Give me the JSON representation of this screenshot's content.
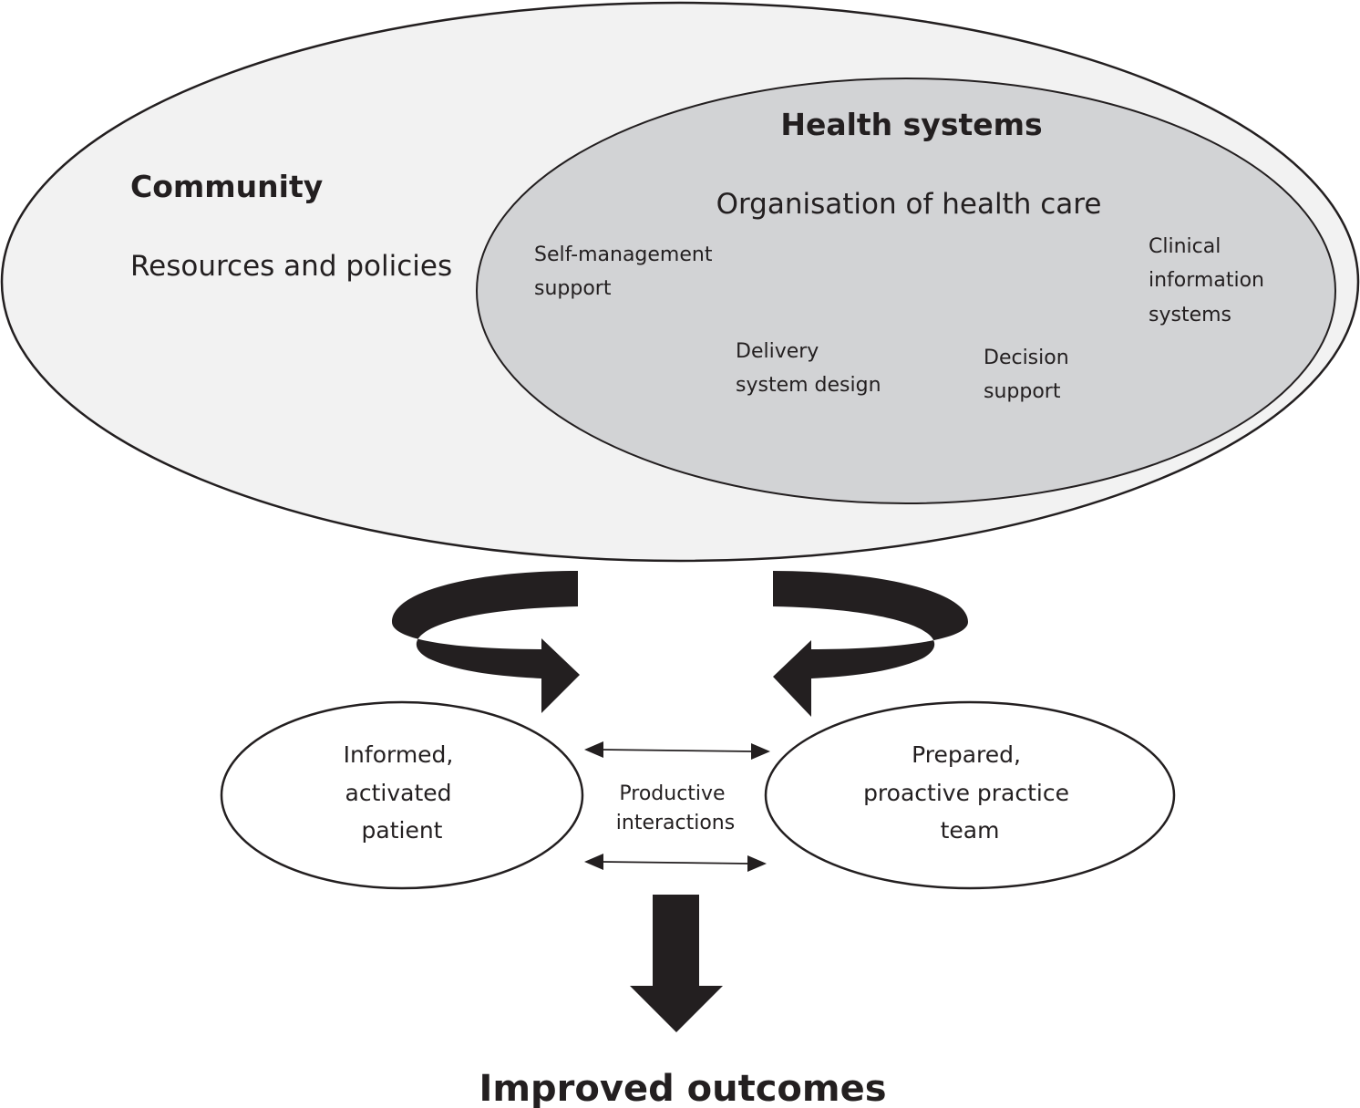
{
  "community": {
    "title": "Community",
    "subtitle": "Resources and policies"
  },
  "health_systems": {
    "title": "Health systems",
    "subtitle": "Organisation of health care",
    "components": [
      {
        "lines": [
          "Self-management",
          "support"
        ]
      },
      {
        "lines": [
          "Delivery",
          "system design"
        ]
      },
      {
        "lines": [
          "Decision",
          "support"
        ]
      },
      {
        "lines": [
          "Clinical",
          "information",
          "systems"
        ]
      }
    ]
  },
  "patient": {
    "lines": [
      "Informed,",
      "activated",
      "patient"
    ]
  },
  "team": {
    "lines": [
      "Prepared,",
      "proactive practice",
      "team"
    ]
  },
  "interactions": {
    "lines": [
      "Productive",
      "interactions"
    ]
  },
  "outcome": {
    "label": "Improved outcomes"
  },
  "colors": {
    "community_fill": "#f2f2f2",
    "health_fill": "#d2d3d5",
    "stroke": "#231f20",
    "arrow": "#231f20"
  }
}
